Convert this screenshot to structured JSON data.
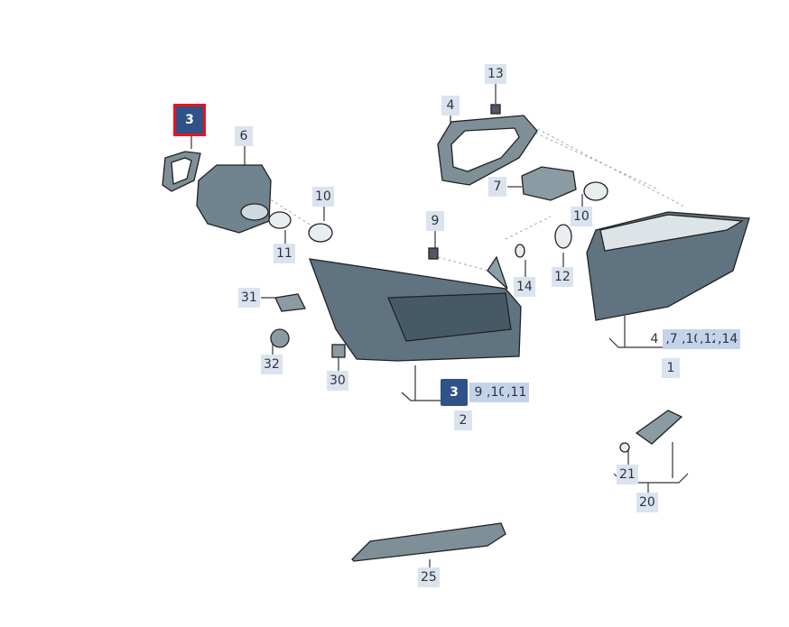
{
  "diagram": {
    "callouts": [
      {
        "id": "c3",
        "label": "3",
        "highlighted": true,
        "selected": true
      },
      {
        "id": "c6",
        "label": "6"
      },
      {
        "id": "c10a",
        "label": "10"
      },
      {
        "id": "c11",
        "label": "11"
      },
      {
        "id": "c4",
        "label": "4"
      },
      {
        "id": "c13",
        "label": "13"
      },
      {
        "id": "c7",
        "label": "7"
      },
      {
        "id": "c10b",
        "label": "10"
      },
      {
        "id": "c9",
        "label": "9"
      },
      {
        "id": "c12",
        "label": "12"
      },
      {
        "id": "c14",
        "label": "14"
      },
      {
        "id": "c31",
        "label": "31"
      },
      {
        "id": "c32",
        "label": "32"
      },
      {
        "id": "c30",
        "label": "30"
      },
      {
        "id": "c21",
        "label": "21"
      },
      {
        "id": "c20",
        "label": "20"
      },
      {
        "id": "c25",
        "label": "25"
      }
    ],
    "group1": {
      "parts": [
        "4",
        ",7",
        ",10",
        ",12",
        ",14"
      ],
      "label": "1"
    },
    "group2": {
      "parts": [
        "3",
        "9",
        ",10",
        ",11"
      ],
      "label": "2"
    },
    "colors": {
      "highlight": "#2f5288",
      "select_border": "#e8141c",
      "label_bg": "#dbe3ef",
      "part_fill": "#5f7380"
    }
  }
}
